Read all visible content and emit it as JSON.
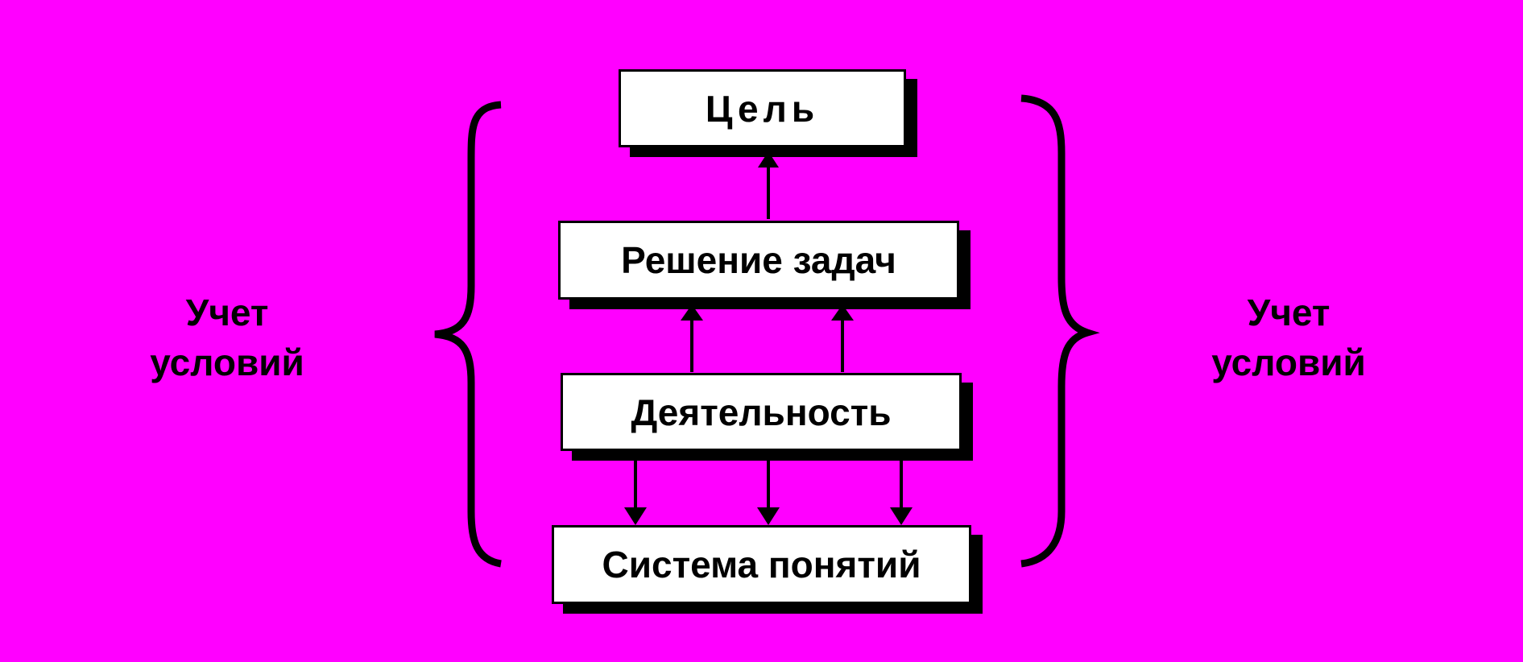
{
  "colors": {
    "background": "#FF00FF",
    "box_fill": "#FFFFFF",
    "ink": "#000000"
  },
  "boxes": {
    "goal": "Цель",
    "tasks": "Решение задач",
    "activity": "Деятельность",
    "concepts": "Система понятий"
  },
  "left_label": {
    "line1": "Учет",
    "line2": "условий"
  },
  "right_label": {
    "line1": "Учет",
    "line2": "условий"
  },
  "edges": [
    {
      "from": "tasks",
      "to": "goal",
      "count": 1
    },
    {
      "from": "activity",
      "to": "tasks",
      "count": 2
    },
    {
      "from": "activity",
      "to": "concepts",
      "count": 3
    }
  ]
}
